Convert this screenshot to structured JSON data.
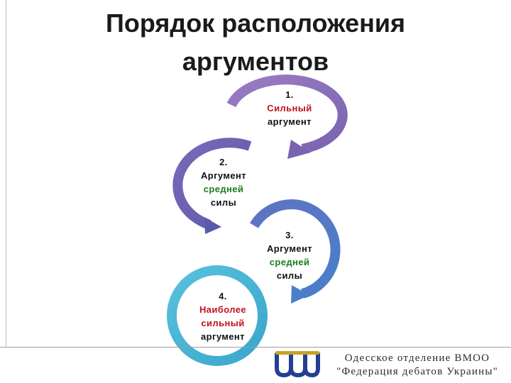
{
  "title": {
    "line1": "Порядок расположения",
    "line2": "аргументов"
  },
  "steps": [
    {
      "number": "1.",
      "lines": [
        {
          "text": "Сильный",
          "color": "#c0141c"
        },
        {
          "text": "аргумент",
          "color": "#111111"
        }
      ],
      "arrow_color": "#8a6cb8"
    },
    {
      "number": "2.",
      "lines": [
        {
          "text": "Аргумент",
          "color": "#111111"
        },
        {
          "text": "средней",
          "color": "#1f7a1f"
        },
        {
          "text": "силы",
          "color": "#111111"
        }
      ],
      "arrow_color": "#6a63b3"
    },
    {
      "number": "3.",
      "lines": [
        {
          "text": "Аргумент",
          "color": "#111111"
        },
        {
          "text": "средней",
          "color": "#1f7a1f"
        },
        {
          "text": "силы",
          "color": "#111111"
        }
      ],
      "arrow_color": "#5b77c6"
    },
    {
      "number": "4.",
      "lines": [
        {
          "text": "Наиболее",
          "color": "#c0141c"
        },
        {
          "text": "сильный",
          "color": "#c0141c"
        },
        {
          "text": "аргумент",
          "color": "#111111"
        }
      ],
      "arrow_color": "#4fb3d3"
    }
  ],
  "footer": {
    "line1": "Одесское отделение ВМОО",
    "line2": "\"Федерация дебатов Украины\"",
    "logo_icon": "debate-federation-logo-icon",
    "logo_color": "#223f93",
    "logo_accent": "#c9a227"
  }
}
